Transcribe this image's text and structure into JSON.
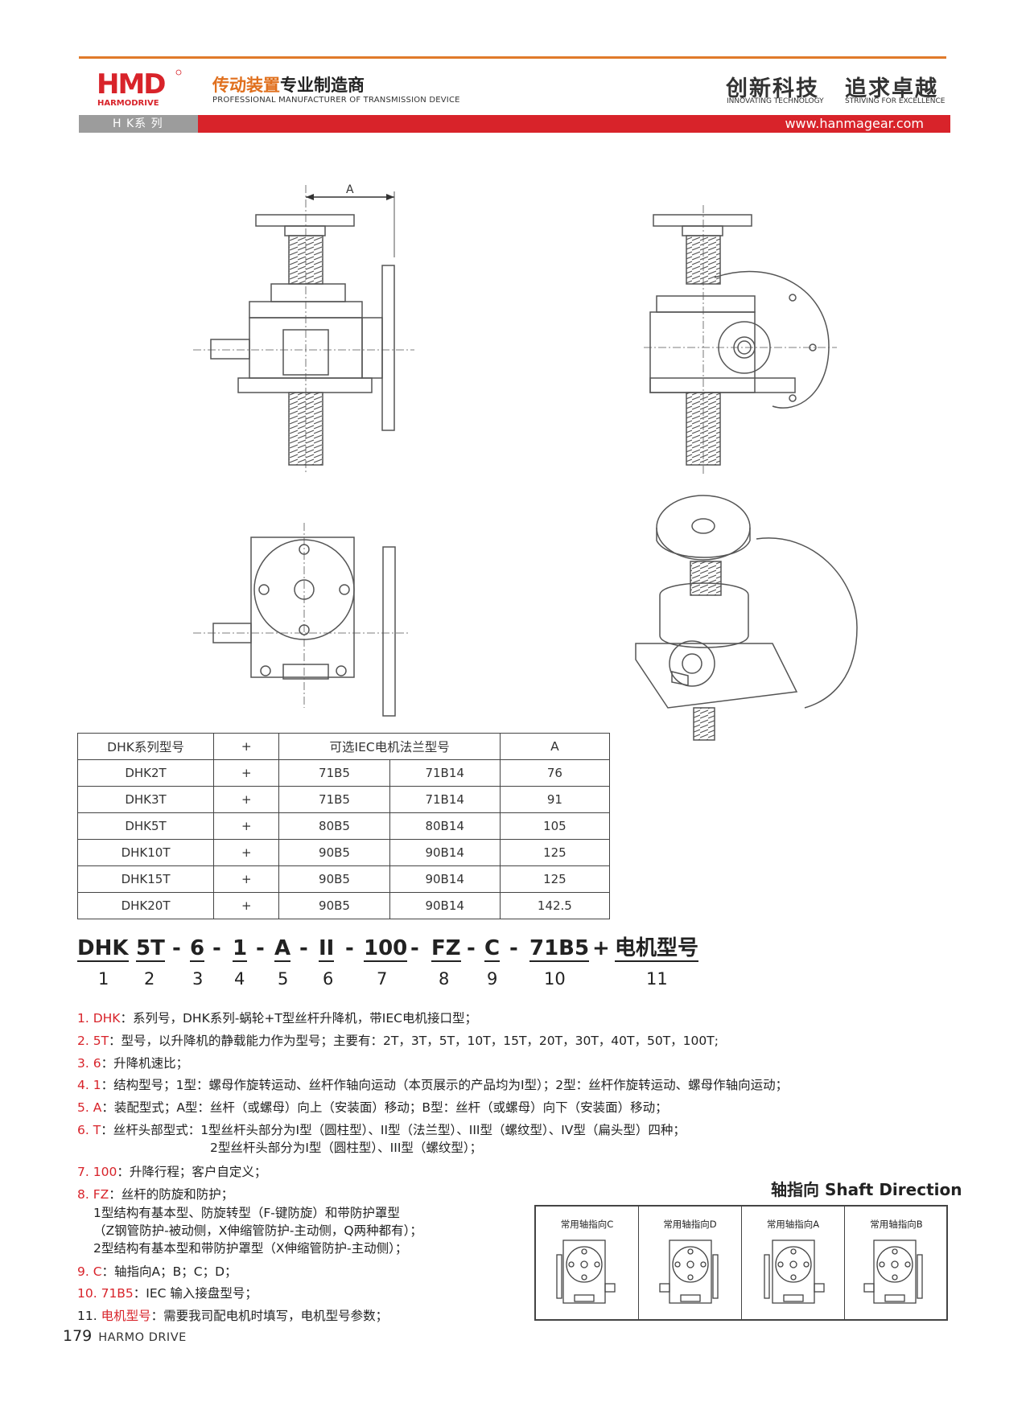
{
  "header": {
    "logo_text": "HMD",
    "logo_sub": "HARMODRIVE",
    "slogan_cn_accent": "传动装置",
    "slogan_cn_rest": "专业制造商",
    "slogan_en": "PROFESSIONAL MANUFACTURER OF TRANSMISSION DEVICE",
    "right_cn_1": "创新科技",
    "right_cn_2": "追求卓越",
    "right_en_1": "INNOVATING TECHNOLOGY",
    "right_en_2": "STRIVING FOR EXCELLENCE",
    "series_label": "H K系 列",
    "website": "www.hanmagear.com",
    "accent_color": "#e07a2a",
    "red_color": "#d8232a"
  },
  "drawing": {
    "dim_label": "A"
  },
  "table": {
    "headers": [
      "DHK系列型号",
      "+",
      "可选IEC电机法兰型号",
      "A"
    ],
    "rows": [
      [
        "DHK2T",
        "+",
        "71B5",
        "71B14",
        "76"
      ],
      [
        "DHK3T",
        "+",
        "71B5",
        "71B14",
        "91"
      ],
      [
        "DHK5T",
        "+",
        "80B5",
        "80B14",
        "105"
      ],
      [
        "DHK10T",
        "+",
        "90B5",
        "90B14",
        "125"
      ],
      [
        "DHK15T",
        "+",
        "90B5",
        "90B14",
        "125"
      ],
      [
        "DHK20T",
        "+",
        "90B5",
        "90B14",
        "142.5"
      ]
    ]
  },
  "code": {
    "parts": [
      "DHK",
      "5T",
      "-",
      "6",
      "-",
      "1",
      "-",
      "A",
      "-",
      "II",
      "-",
      "100",
      "-",
      "FZ",
      "-",
      "C",
      "-",
      "71B5",
      "+",
      "电机型号"
    ],
    "numbers": [
      "1",
      "2",
      "3",
      "4",
      "5",
      "6",
      "7",
      "8",
      "9",
      "10",
      "11"
    ]
  },
  "desc": {
    "l1_k": "1. DHK",
    "l1_t": "：系列号，DHK系列-蜗轮+T型丝杆升降机，带IEC电机接口型；",
    "l2_k": "2. 5T",
    "l2_t": "：型号，以升降机的静载能力作为型号；主要有：2T，3T，5T，10T，15T，20T，30T，40T，50T，100T;",
    "l3_k": "3. 6",
    "l3_t": "：升降机速比；",
    "l4_k": "4. 1",
    "l4_t": "：结构型号；1型：螺母作旋转运动、丝杆作轴向运动（本页展示的产品均为I型）；2型：丝杆作旋转运动、螺母作轴向运动；",
    "l5_k": "5. A",
    "l5_t": "：装配型式；A型：丝杆（或螺母）向上（安装面）移动；B型：丝杆（或螺母）向下（安装面）移动；",
    "l6_k": "6. T",
    "l6_t": "：丝杆头部型式：1型丝杆头部分为I型（圆柱型）、II型（法兰型）、III型（螺纹型）、IV型（扁头型）四种；",
    "l6_cont": "2型丝杆头部分为I型（圆柱型）、III型（螺纹型）；",
    "l7_k": "7. 100",
    "l7_t": "：升降行程；客户自定义；",
    "l8_k": "8. FZ",
    "l8_t": "：丝杆的防旋和防护；",
    "l8_a": "1型结构有基本型、防旋转型（F-键防旋）和带防护罩型",
    "l8_b": "（Z钢管防护-被动侧，X伸缩管防护-主动侧，Q两种都有）；",
    "l8_c": "2型结构有基本型和带防护罩型（X伸缩管防护-主动侧）；",
    "l9_k": "9. C",
    "l9_t": "：轴指向A；B；C；D；",
    "l10_k": "10. 71B5",
    "l10_t": "：IEC 输入接盘型号；",
    "l11_k": "11. ",
    "l11_r": "电机型号",
    "l11_t": "：需要我司配电机时填写，电机型号参数；"
  },
  "shaft": {
    "title": "轴指向 Shaft Direction",
    "labels": [
      "常用轴指向C",
      "常用轴指向D",
      "常用轴指向A",
      "常用轴指向B"
    ]
  },
  "footer": {
    "page": "179",
    "brand": "HARMO DRIVE"
  }
}
